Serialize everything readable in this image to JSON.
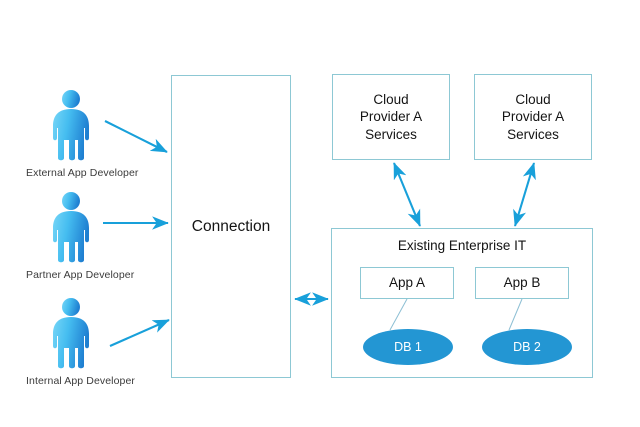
{
  "diagram": {
    "title_visible": false,
    "background_color": "#ffffff",
    "accent_color": "#1ba1d6",
    "box_border_color": "#8dc8d4",
    "db_fill_color": "#2396d3",
    "actors": [
      {
        "id": "external",
        "label": "External App Developer",
        "icon": "person-icon"
      },
      {
        "id": "partner",
        "label": "Partner App Developer",
        "icon": "person-icon"
      },
      {
        "id": "internal",
        "label": "Internal App Developer",
        "icon": "person-icon"
      }
    ],
    "connection": {
      "label": "Connection"
    },
    "cloud_providers": [
      {
        "id": "a",
        "line1": "Cloud",
        "line2": "Provider A",
        "line3": "Services"
      },
      {
        "id": "b",
        "line1": "Cloud",
        "line2": "Provider A",
        "line3": "Services"
      }
    ],
    "enterprise": {
      "title": "Existing Enterprise IT",
      "apps": [
        {
          "id": "a",
          "label": "App A"
        },
        {
          "id": "b",
          "label": "App B"
        }
      ],
      "databases": [
        {
          "id": "1",
          "label": "DB 1"
        },
        {
          "id": "2",
          "label": "DB 2"
        }
      ]
    },
    "connectors": [
      {
        "id": "external-to-connection",
        "type": "arrow-single"
      },
      {
        "id": "partner-to-connection",
        "type": "arrow-single"
      },
      {
        "id": "internal-to-connection",
        "type": "arrow-single"
      },
      {
        "id": "connection-to-enterprise",
        "type": "arrow-double"
      },
      {
        "id": "enterprise-to-cloud-a",
        "type": "arrow-double"
      },
      {
        "id": "enterprise-to-cloud-b",
        "type": "arrow-double"
      },
      {
        "id": "app-a-to-db-1",
        "type": "line"
      },
      {
        "id": "app-b-to-db-2",
        "type": "line"
      }
    ]
  }
}
